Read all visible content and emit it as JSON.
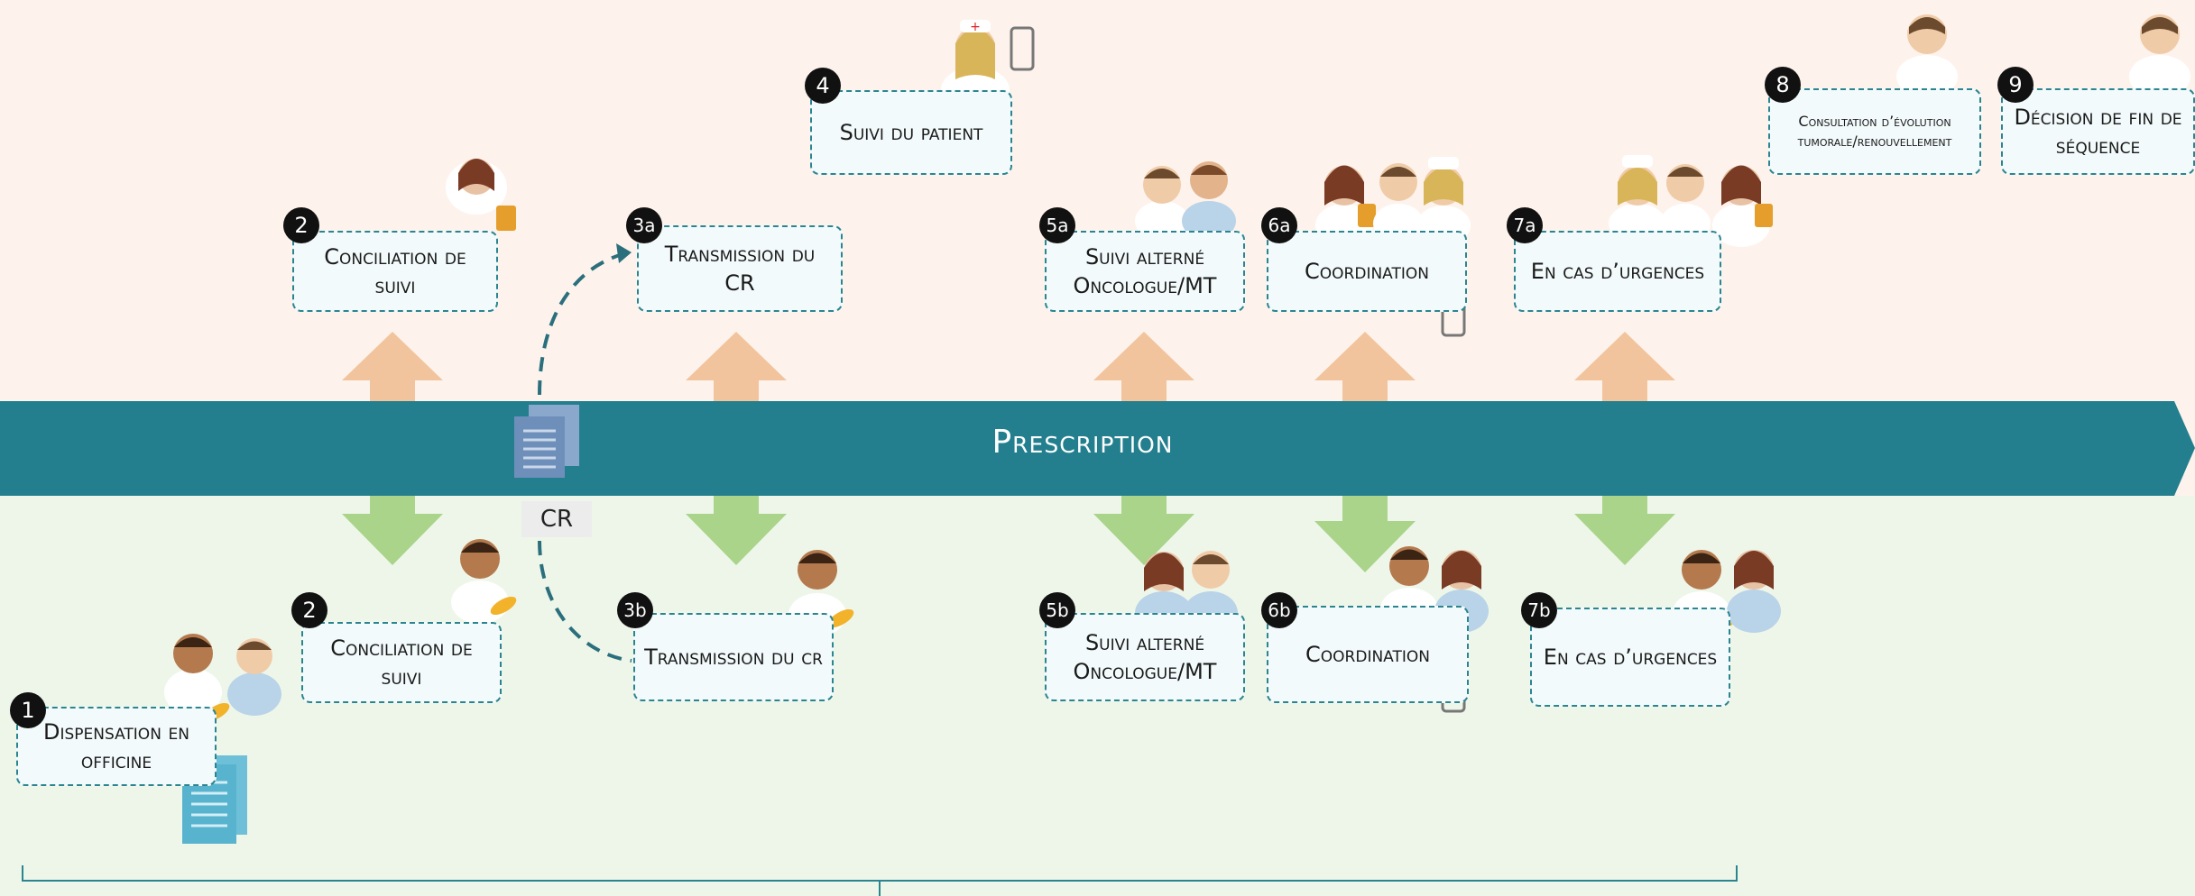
{
  "spine": {
    "label": "Prescription"
  },
  "cr": {
    "label": "CR"
  },
  "top_steps": [
    {
      "num": "2",
      "label": "Conciliation de suivi"
    },
    {
      "num": "3a",
      "label": "Transmission du CR"
    },
    {
      "num": "4",
      "label": "Suivi du patient"
    },
    {
      "num": "5a",
      "label": "Suivi alterné Oncologue/MT"
    },
    {
      "num": "6a",
      "label": "Coordination"
    },
    {
      "num": "7a",
      "label": "En cas d’urgences"
    },
    {
      "num": "8",
      "label": "Consultation d’évolution tumorale/renouvellement"
    },
    {
      "num": "9",
      "label": "Décision de fin de séquence"
    }
  ],
  "bottom_steps": [
    {
      "num": "1",
      "label": "Dispensation en officine"
    },
    {
      "num": "2",
      "label": "Conciliation de suivi"
    },
    {
      "num": "3b",
      "label": "Transmission du cr"
    },
    {
      "num": "5b",
      "label": "Suivi alterné Oncologue/MT"
    },
    {
      "num": "6b",
      "label": "Coordination"
    },
    {
      "num": "7b",
      "label": "En cas d’urgences"
    }
  ],
  "colors": {
    "spine": "#237f8e",
    "up_arrow": "#f2c49d",
    "down_arrow": "#a9d48a",
    "box_border": "#2b8590",
    "box_fill": "#f3fafb",
    "badge": "#111111",
    "top_band": "#fdf3ec",
    "bottom_band": "#eef6e9"
  }
}
